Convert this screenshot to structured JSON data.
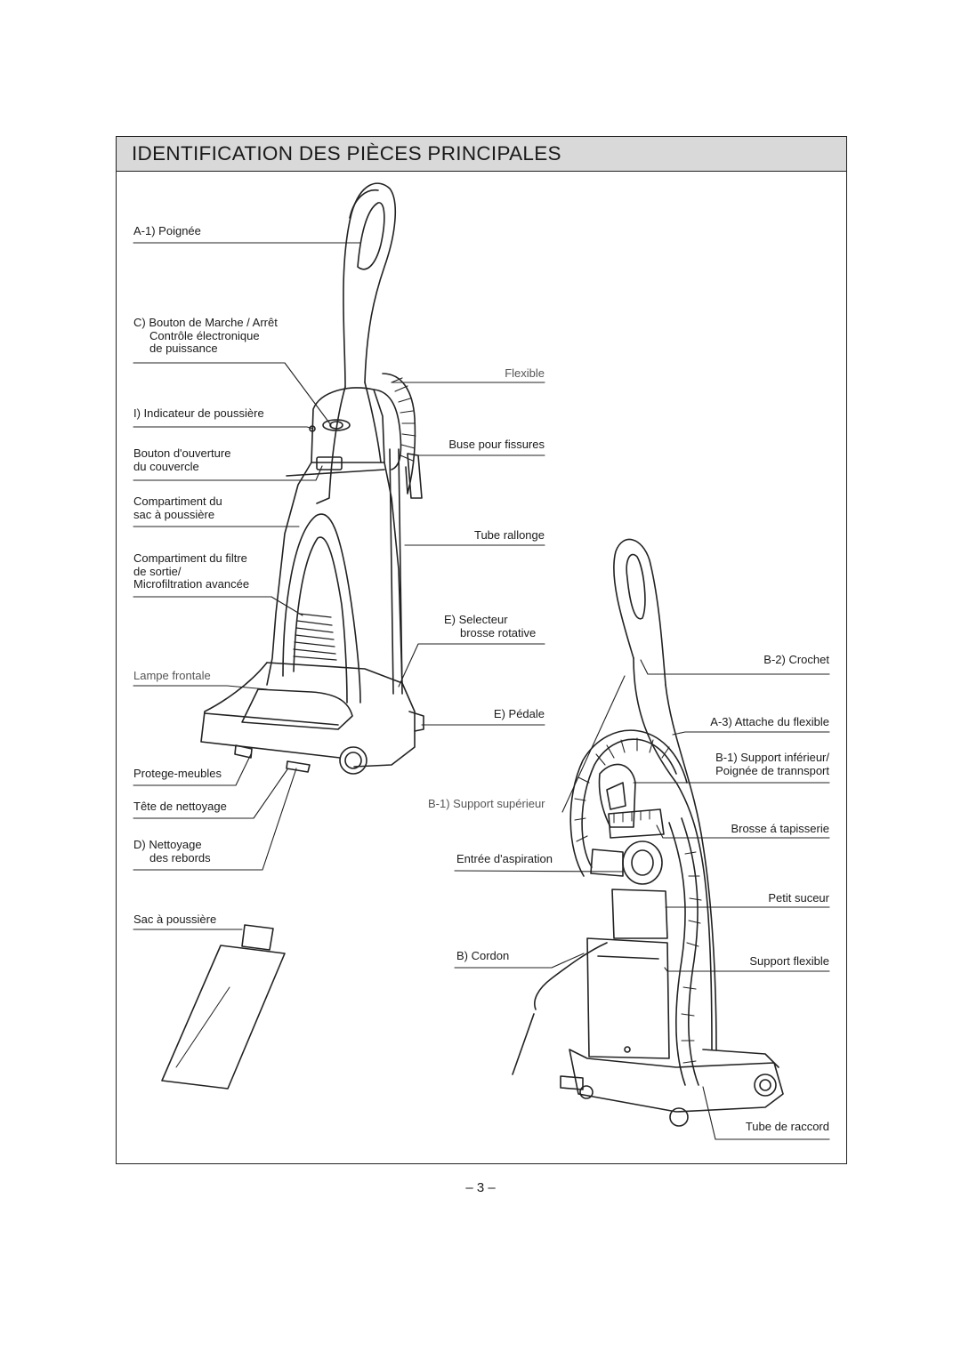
{
  "title": "IDENTIFICATION DES PIÈCES PRINCIPALES",
  "page_number": "– 3 –",
  "labels": {
    "a1_poignee": "A-1) Poignée",
    "c_bouton_l1": "C) Bouton de Marche / Arrêt",
    "c_bouton_l2": "Contrôle électronique",
    "c_bouton_l3": "de puissance",
    "i_indicateur": "I) Indicateur de poussière",
    "bouton_ouverture_l1": "Bouton d'ouverture",
    "bouton_ouverture_l2": "du couvercle",
    "compartiment_sac_l1": "Compartiment du",
    "compartiment_sac_l2": "sac à poussière",
    "compartiment_filtre_l1": "Compartiment du filtre",
    "compartiment_filtre_l2": "de sortie/",
    "compartiment_filtre_l3": "Microfiltration avancée",
    "lampe_frontale": "Lampe frontale",
    "protege_meubles": "Protege-meubles",
    "tete_nettoyage": "Tête de nettoyage",
    "d_nettoyage_l1": "D) Nettoyage",
    "d_nettoyage_l2": "des rebords",
    "sac_poussiere": "Sac à poussière",
    "flexible": "Flexible",
    "buse_fissures": "Buse pour fissures",
    "tube_rallonge": "Tube rallonge",
    "e_selecteur_l1": "E) Selecteur",
    "e_selecteur_l2": "brosse rotative",
    "e_pedale": "E) Pédale",
    "b1_support_superieur": "B-1) Support supérieur",
    "entree_aspiration": "Entrée d'aspiration",
    "b_cordon": "B) Cordon",
    "b2_crochet": "B-2) Crochet",
    "a3_attache": "A-3) Attache du flexible",
    "b1_support_inferieur_l1": "B-1) Support inférieur/",
    "b1_support_inferieur_l2": "Poignée de trannsport",
    "brosse_tapisserie": "Brosse á tapisserie",
    "petit_suceur": "Petit suceur",
    "support_flexible": "Support flexible",
    "tube_raccord": "Tube de raccord"
  }
}
